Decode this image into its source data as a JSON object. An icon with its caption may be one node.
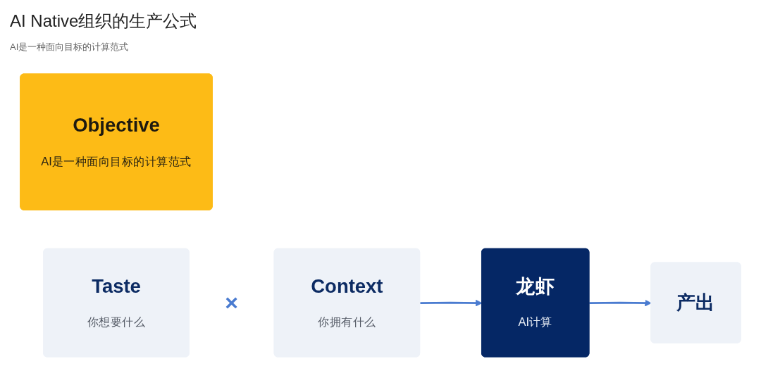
{
  "diagram": {
    "title": "AI Native组织的生产公式",
    "nodes": [
      {
        "text": [
          "Objective",
          "AI是一种面向目标的计算范式"
        ]
      },
      {
        "text": [
          "Taste",
          "你想要什么"
        ]
      },
      {
        "text": [
          "Context",
          "你拥有什么"
        ]
      },
      {
        "text": [
          "龙虾",
          "AI计算"
        ]
      },
      {
        "text": [
          "产出"
        ]
      }
    ],
    "edges": [
      {
        "from": 2,
        "to": 3,
        "arrow": "to"
      },
      {
        "from": 3,
        "to": 4,
        "arrow": "to"
      }
    ],
    "labels": [
      "AI是一种面向目标的计算范式",
      "×"
    ]
  }
}
